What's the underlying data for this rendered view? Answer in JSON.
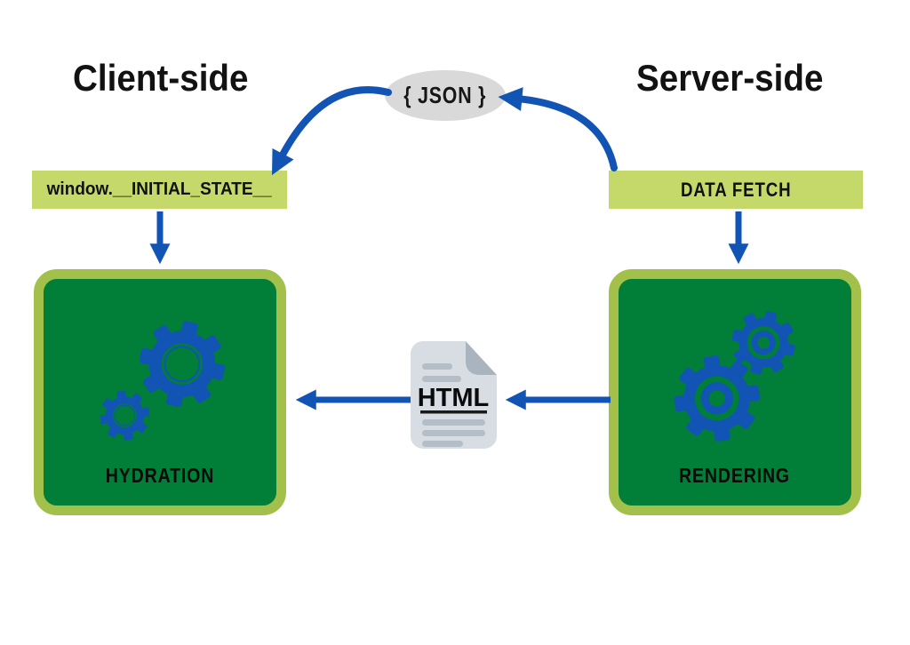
{
  "titles": {
    "client": "Client-side",
    "server": "Server-side"
  },
  "nodes": {
    "json_label": "{ JSON }",
    "client_bar": "window.__INITIAL_STATE__",
    "server_bar": "DATA FETCH",
    "client_box": "HYDRATION",
    "server_box": "RENDERING",
    "html_doc": "HTML"
  },
  "connections": [
    {
      "from": "DATA FETCH",
      "to": "{ JSON }"
    },
    {
      "from": "{ JSON }",
      "to": "window.__INITIAL_STATE__"
    },
    {
      "from": "window.__INITIAL_STATE__",
      "to": "HYDRATION"
    },
    {
      "from": "DATA FETCH",
      "to": "RENDERING"
    },
    {
      "from": "RENDERING",
      "to": "HTML"
    },
    {
      "from": "HTML",
      "to": "HYDRATION"
    }
  ],
  "colors": {
    "arrow_blue": "#1254b4",
    "gear_blue": "#1254b4",
    "box_fill_green": "#017e38",
    "box_border_green": "#a3c14a",
    "bar_green": "#c5d96a",
    "json_ellipse_gray": "#d9d9d9",
    "doc_fill": "#d7dde3",
    "doc_fold": "#a9b4bf",
    "doc_lines": "#b3bec7",
    "text_black": "#111111"
  }
}
